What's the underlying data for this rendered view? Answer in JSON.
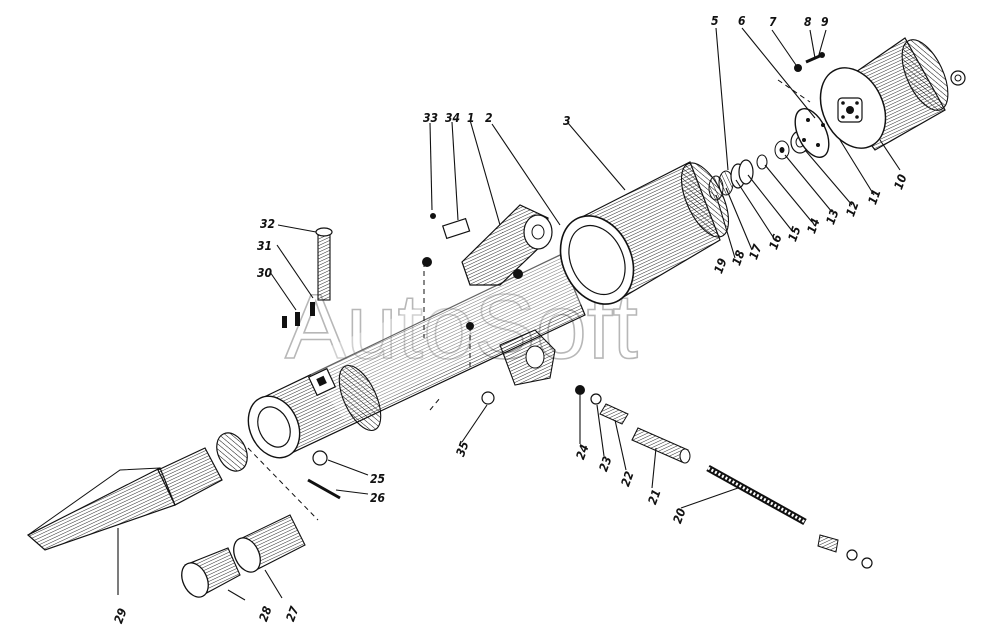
{
  "watermark": "AutoSoft",
  "parts": [
    {
      "id": "p1",
      "label": "1"
    },
    {
      "id": "p2",
      "label": "2"
    },
    {
      "id": "p3",
      "label": "3"
    },
    {
      "id": "p5",
      "label": "5"
    },
    {
      "id": "p6",
      "label": "6"
    },
    {
      "id": "p7",
      "label": "7"
    },
    {
      "id": "p8",
      "label": "8"
    },
    {
      "id": "p9",
      "label": "9"
    },
    {
      "id": "p10",
      "label": "10"
    },
    {
      "id": "p11",
      "label": "11"
    },
    {
      "id": "p12",
      "label": "12"
    },
    {
      "id": "p13",
      "label": "13"
    },
    {
      "id": "p14",
      "label": "14"
    },
    {
      "id": "p15",
      "label": "15"
    },
    {
      "id": "p16",
      "label": "16"
    },
    {
      "id": "p17",
      "label": "17"
    },
    {
      "id": "p18",
      "label": "18"
    },
    {
      "id": "p19",
      "label": "19"
    },
    {
      "id": "p20",
      "label": "20"
    },
    {
      "id": "p21",
      "label": "21"
    },
    {
      "id": "p22",
      "label": "22"
    },
    {
      "id": "p23",
      "label": "23"
    },
    {
      "id": "p24",
      "label": "24"
    },
    {
      "id": "p25",
      "label": "25"
    },
    {
      "id": "p26",
      "label": "26"
    },
    {
      "id": "p27",
      "label": "27"
    },
    {
      "id": "p28",
      "label": "28"
    },
    {
      "id": "p29",
      "label": "29"
    },
    {
      "id": "p30",
      "label": "30"
    },
    {
      "id": "p31",
      "label": "31"
    },
    {
      "id": "p32",
      "label": "32"
    },
    {
      "id": "p33",
      "label": "33"
    },
    {
      "id": "p34",
      "label": "34"
    },
    {
      "id": "p35",
      "label": "35"
    }
  ]
}
